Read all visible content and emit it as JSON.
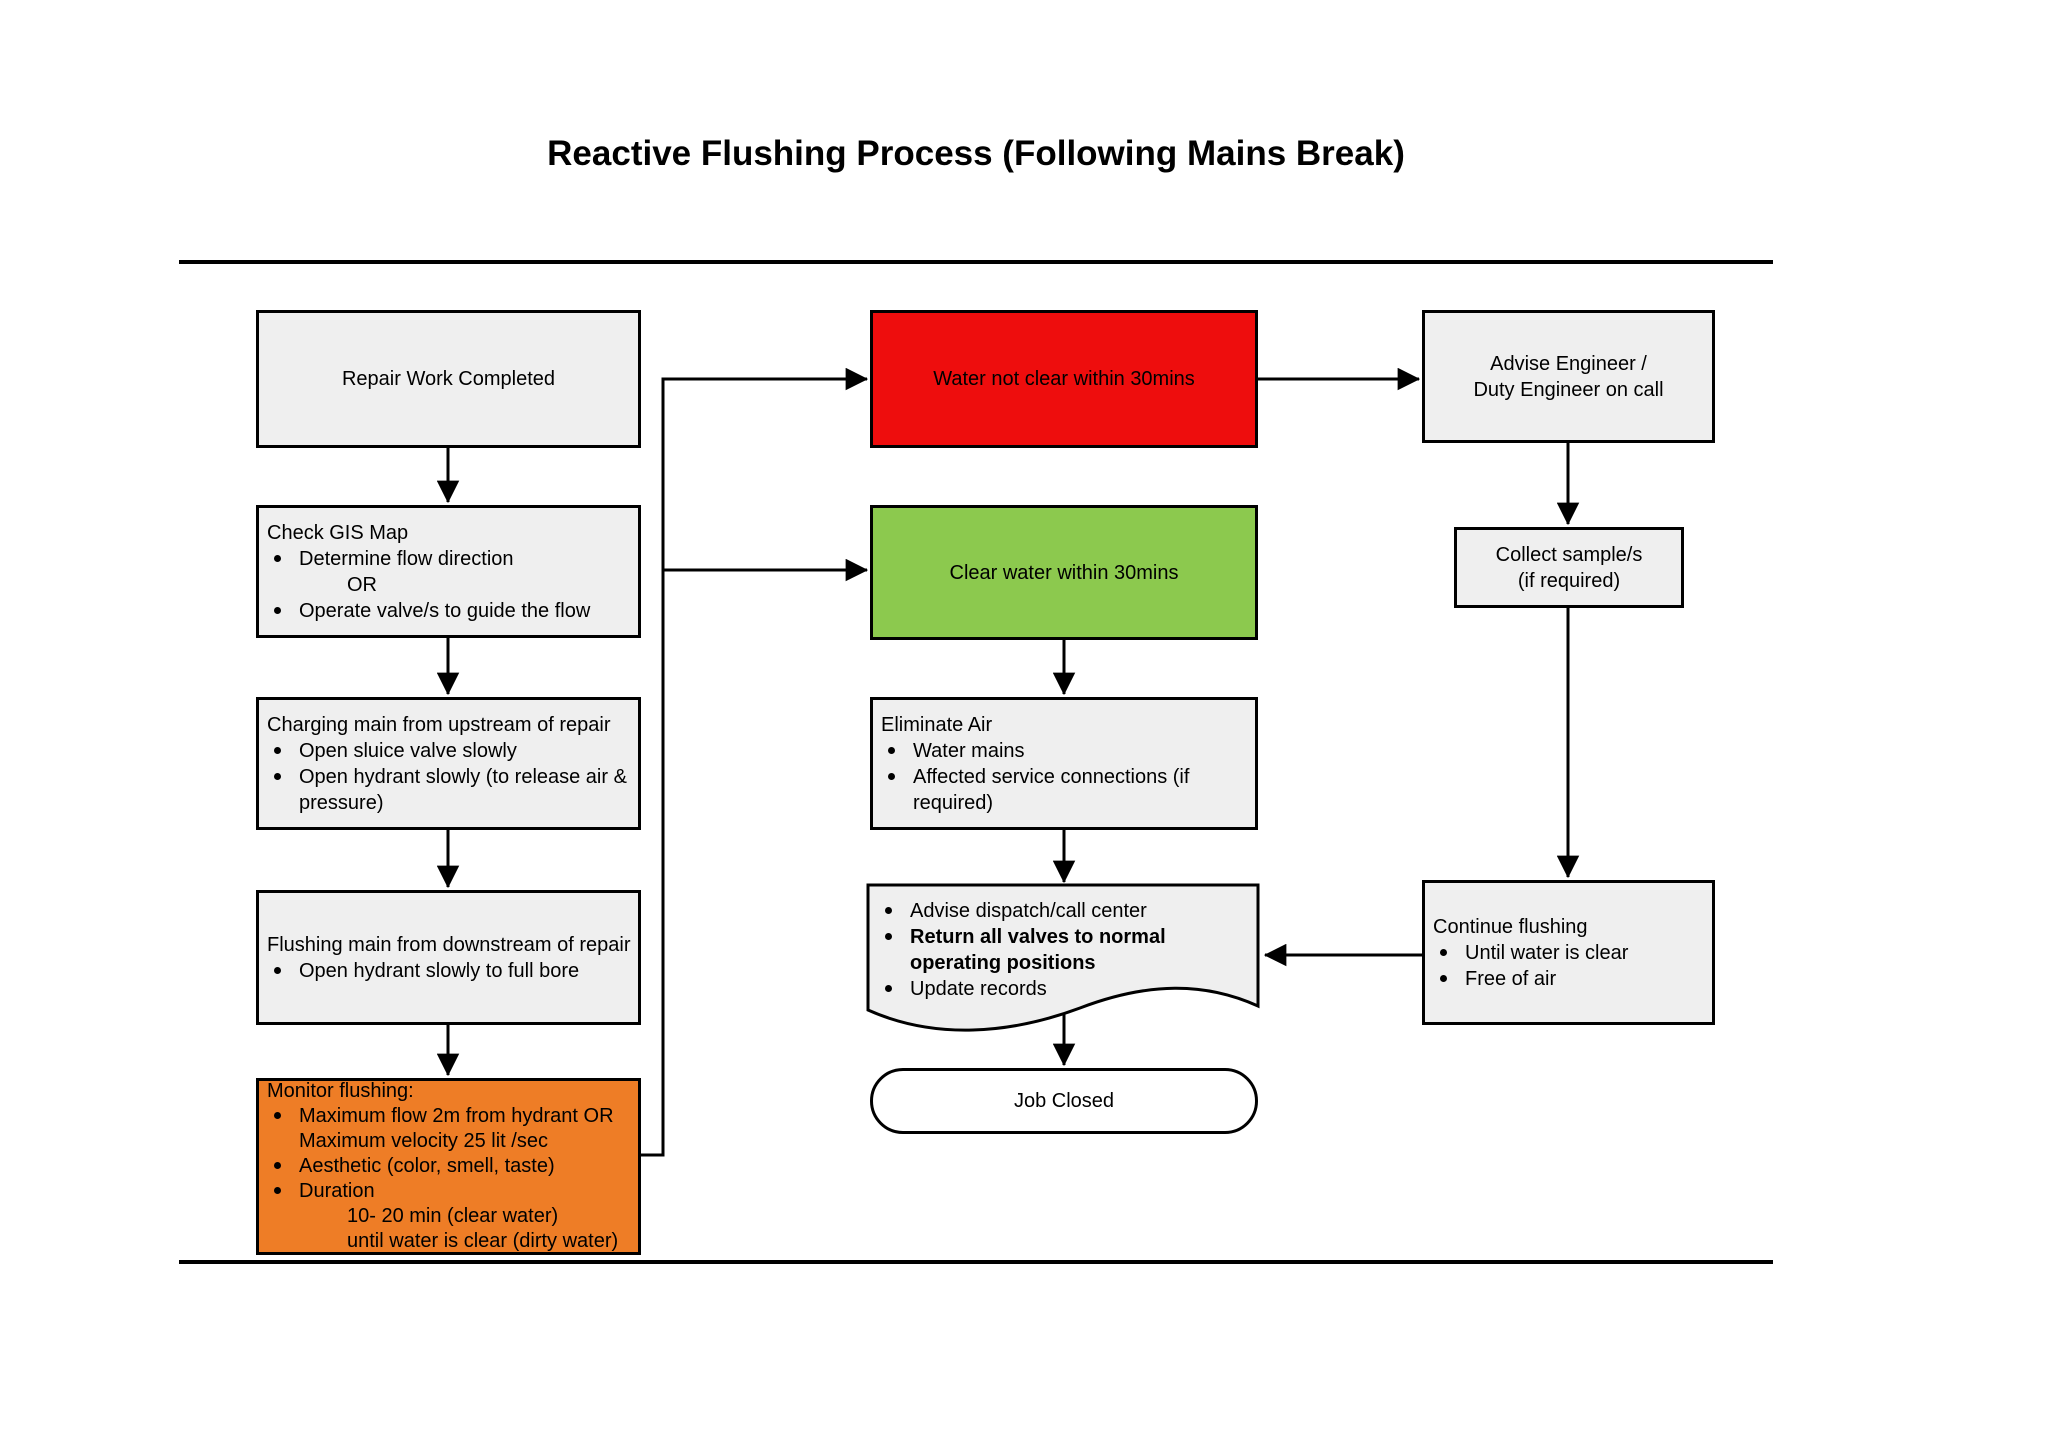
{
  "title": "Reactive Flushing Process (Following Mains Break)",
  "colors": {
    "red": "#ee0d0d",
    "green": "#8cc94e",
    "orange": "#ee7d26",
    "box_fill": "#efefef",
    "line": "#000000"
  },
  "flowchart": {
    "repair_work": {
      "label": "Repair Work Completed"
    },
    "check_gis": {
      "heading": "Check GIS Map",
      "bullet_1": "Determine flow direction",
      "or_label": "OR",
      "bullet_2": "Operate valve/s to guide the flow"
    },
    "charging_main": {
      "heading": "Charging main from upstream of repair",
      "bullet_1": "Open sluice valve slowly",
      "bullet_2": "Open hydrant slowly (to release air & pressure)"
    },
    "flushing_main": {
      "heading": "Flushing main from downstream of repair",
      "bullet_1": "Open hydrant slowly to full bore"
    },
    "monitor_flushing": {
      "heading": "Monitor flushing:",
      "bullet_1": "Maximum flow 2m from hydrant OR",
      "bullet_1_cont": "Maximum velocity 25 lit /sec",
      "bullet_2": "Aesthetic (color, smell, taste)",
      "bullet_3": "Duration",
      "detail_1": "10- 20 min (clear water)",
      "detail_2": "until water is clear (dirty water)"
    },
    "water_not_clear": {
      "label": "Water not clear within 30mins"
    },
    "clear_water": {
      "label": "Clear water within 30mins"
    },
    "eliminate_air": {
      "heading": "Eliminate Air",
      "bullet_1": "Water mains",
      "bullet_2": "Affected service connections (if required)"
    },
    "wrap_up": {
      "bullet_1": "Advise dispatch/call center",
      "bullet_2": "Return all valves to normal operating positions",
      "bullet_3": "Update records"
    },
    "job_closed": {
      "label": "Job Closed"
    },
    "advise_engineer": {
      "line_1": "Advise Engineer /",
      "line_2": "Duty Engineer on call"
    },
    "collect_samples": {
      "line_1": "Collect sample/s",
      "line_2": "(if required)"
    },
    "continue_flushing": {
      "heading": "Continue flushing",
      "bullet_1": "Until water is clear",
      "bullet_2": "Free of air"
    }
  }
}
